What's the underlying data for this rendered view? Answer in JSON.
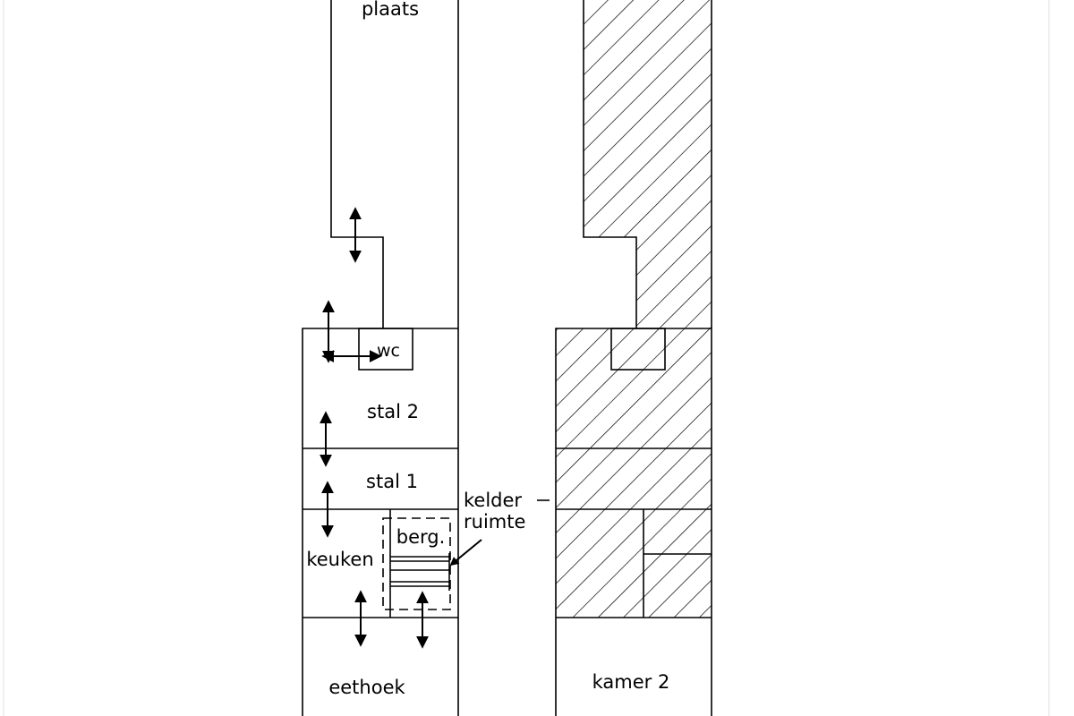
{
  "labels": {
    "plaats": "plaats",
    "wc": "wc",
    "stal2": "stal 2",
    "stal1": "stal 1",
    "keuken": "keuken",
    "berg": "berg.",
    "kelder_line1": "kelder",
    "kelder_line2": "ruimte",
    "eethoek": "eethoek",
    "kamer2": "kamer 2"
  },
  "colors": {
    "line": "#000000",
    "background": "#ffffff",
    "hatch": "#000000"
  }
}
